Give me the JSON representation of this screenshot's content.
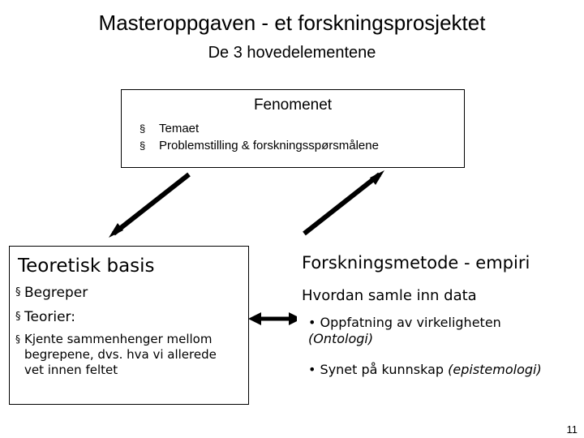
{
  "slide": {
    "title": "Masteroppgaven - et forskningsprosjektet",
    "subtitle": "De 3 hovedelementene",
    "page_number": "11"
  },
  "top_box": {
    "heading": "Fenomenet",
    "bullet_glyph": "§",
    "items": [
      "Temaet",
      "Problemstilling & forskningsspørsmålene"
    ]
  },
  "left_box": {
    "heading": "Teoretisk basis",
    "bullet_glyph": "§",
    "items": [
      "Begreper",
      "Teorier:"
    ],
    "note": "Kjente sammenhenger mellom begrepene, dvs. hva vi allerede vet innen feltet"
  },
  "right_box": {
    "heading": "Forskningsmetode - empiri",
    "subheading": "Hvordan samle inn data",
    "bullet_glyph": "•",
    "item1_main": "Oppfatning av virkeligheten",
    "item1_italic": "(Ontologi)",
    "item2_main": "Synet på kunnskap",
    "item2_italic": "(epistemologi)"
  },
  "arrows": {
    "color": "#000000",
    "names": [
      "arrow-top-to-left",
      "arrow-top-to-right",
      "arrow-left-right-double"
    ]
  }
}
